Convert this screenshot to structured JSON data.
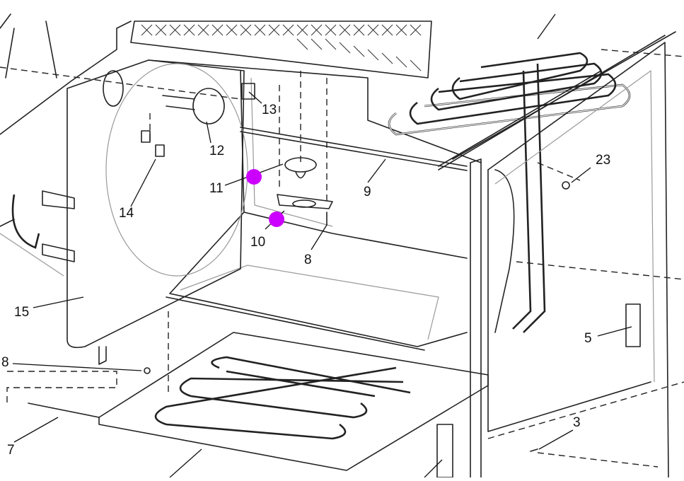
{
  "diagram": {
    "accent_color": "#cc00ff",
    "callouts": [
      {
        "id": "c23",
        "text": "23"
      },
      {
        "id": "c13",
        "text": "13"
      },
      {
        "id": "c12",
        "text": "12"
      },
      {
        "id": "c11",
        "text": "11"
      },
      {
        "id": "c10",
        "text": "10"
      },
      {
        "id": "c9",
        "text": "9"
      },
      {
        "id": "c14",
        "text": "14"
      },
      {
        "id": "c8a",
        "text": "8"
      },
      {
        "id": "c8b",
        "text": "8"
      },
      {
        "id": "c15",
        "text": "15"
      },
      {
        "id": "c5",
        "text": "5"
      },
      {
        "id": "c3",
        "text": "3"
      },
      {
        "id": "c7",
        "text": "7"
      }
    ]
  }
}
